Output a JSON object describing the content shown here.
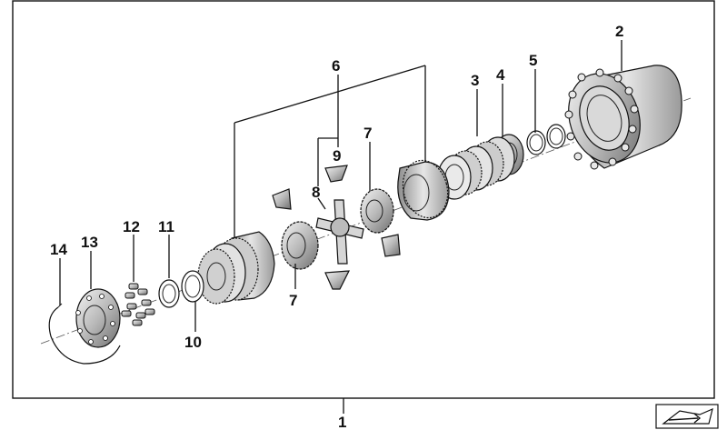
{
  "diagram": {
    "callouts": [
      "1",
      "2",
      "3",
      "4",
      "5",
      "6",
      "7",
      "7",
      "8",
      "9",
      "10",
      "11",
      "12",
      "13",
      "14"
    ],
    "corner_icon": "folder-arrow-icon"
  }
}
